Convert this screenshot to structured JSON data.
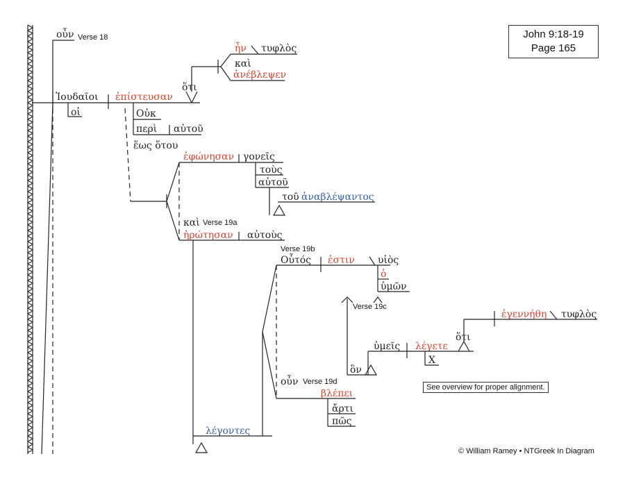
{
  "reference": {
    "passage": "John 9:18-19",
    "page": "Page 165"
  },
  "labels": {
    "verse18": "Verse 18",
    "verse19a": "Verse 19a",
    "verse19b": "Verse 19b",
    "verse19c": "Verse 19c",
    "verse19d": "Verse 19d"
  },
  "words": {
    "oun18": "οὖν",
    "ioudaioi": "Ἰουδαῖοι",
    "hoi": "οἱ",
    "episteusan": "ἐπίστευσαν",
    "hoti1": "ὅτι",
    "en": "ἦν",
    "typhlos1": "τυφλὸς",
    "kai1": "καὶ",
    "aneblepsen": "ἀνέβλεψεν",
    "ouk": "Οὐκ",
    "peri": "περὶ",
    "autou1": "αὐτοῦ",
    "heos": "ἕως ὅτου",
    "ephonesan": "ἐφώνησαν",
    "goneis": "γονεῖς",
    "tous": "τοὺς",
    "autou2": "αὐτοῦ",
    "tou": "τοῦ",
    "anablepsantos": "ἀναβλέψαντος",
    "kai2": "καὶ",
    "erotesan": "ἠρώτησαν",
    "autous": "αὐτοὺς",
    "houtos": "Οὗτός",
    "estin": "ἐστιν",
    "huios": "υἱὸς",
    "ho": "ὁ",
    "hymon": "ὑμῶν",
    "hymeis": "ὑμεῖς",
    "legete": "λέγετε",
    "x": "X",
    "hon": "ὃν",
    "hoti2": "ὅτι",
    "egennethe": "ἐγεννήθη",
    "typhlos2": "τυφλὸς",
    "oun19d": "οὖν",
    "blepei": "βλέπει",
    "arti": "ἄρτι",
    "pos": "πῶς",
    "legontes": "λέγοντες"
  },
  "note": "See overview for proper alignment.",
  "copyright": "© William Ramey • NTGreek In Diagram",
  "colors": {
    "verb": "#d9402b",
    "participle": "#2f5fa8",
    "text": "#222222"
  }
}
